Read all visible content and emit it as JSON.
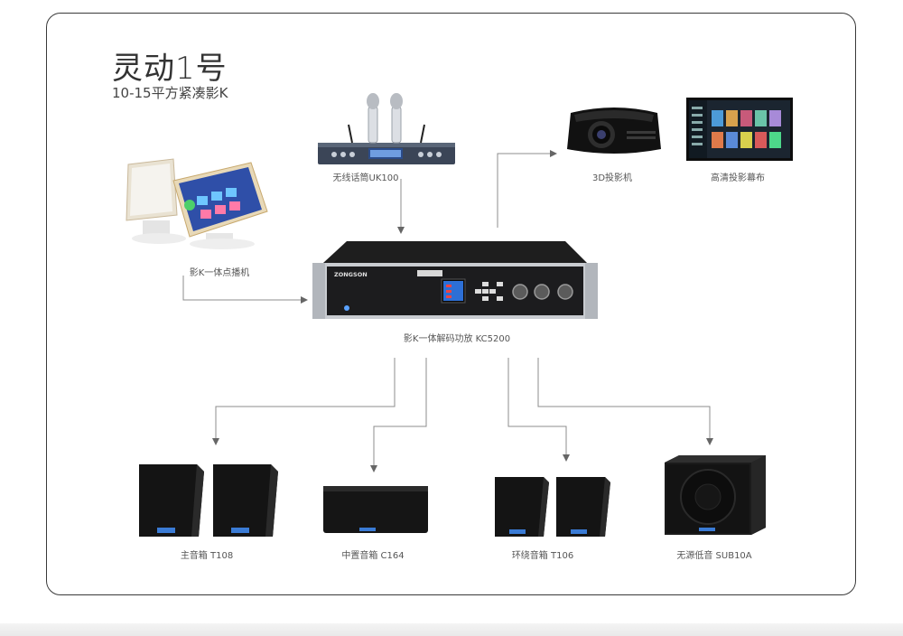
{
  "title": "灵动1号",
  "subtitle": "10-15平方紧凑影K",
  "devices": {
    "mic": {
      "label": "无线话筒UK100"
    },
    "player": {
      "label": "影K一体点播机"
    },
    "amp": {
      "label": "影K一体解码功放 KC5200",
      "brand": "ZONGSON"
    },
    "projector": {
      "label": "3D投影机"
    },
    "screen": {
      "label": "高清投影幕布"
    },
    "main_speakers": {
      "label": "主音箱 T108"
    },
    "center_speaker": {
      "label": "中置音箱 C164"
    },
    "surround_speakers": {
      "label": "环绕音箱 T106"
    },
    "subwoofer": {
      "label": "无源低音 SUB10A"
    }
  },
  "colors": {
    "line": "#8c8c8c",
    "frame": "#3a3a3a",
    "device": "#1a1a1a",
    "badge": "#3a7bd5"
  }
}
